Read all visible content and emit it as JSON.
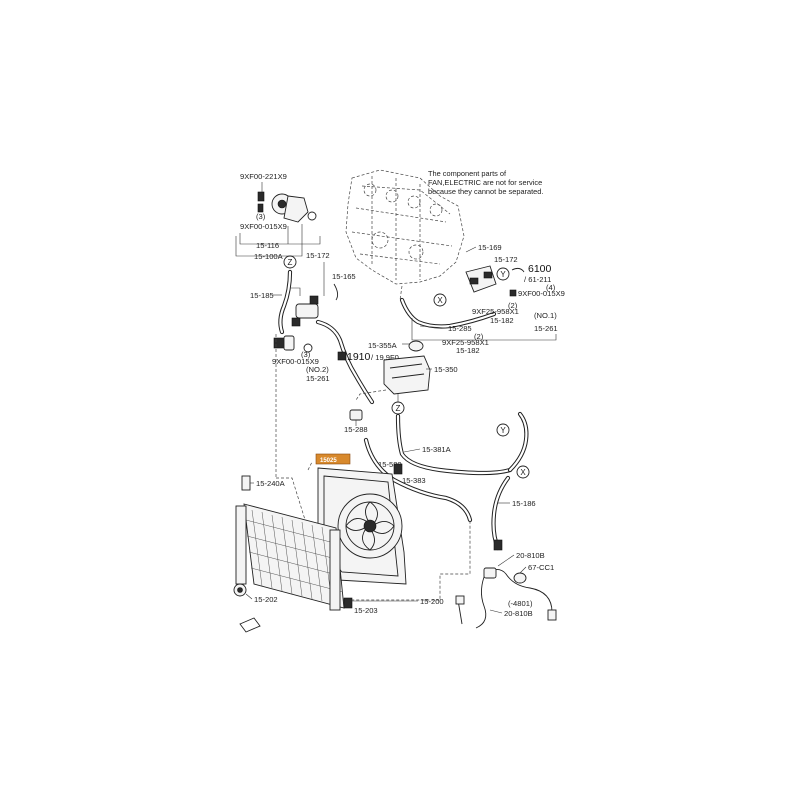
{
  "note": {
    "line1": "The component parts of",
    "line2": "FAN,ELECTRIC are not for service",
    "line3": "because they cannot be separated."
  },
  "tag": {
    "label": "15025"
  },
  "labels": {
    "l_9xf00_221x9": "9XF00-221X9",
    "l_3a": "(3)",
    "l_9xf00_015x9_a": "9XF00-015X9",
    "l_15_116": "15-116",
    "l_15_100a": "15-100A",
    "l_15_172a": "15-172",
    "l_15_165": "15-165",
    "l_15_185": "15-185",
    "l_3b": "(3)",
    "l_9xf00_015x9_b": "9XF00-015X9",
    "l_no2": "(NO.2)",
    "l_15_261a": "15-261",
    "l_1910": "1910",
    "l_19_9f0": "/ 19.9F0",
    "l_15_355a": "15-355A",
    "l_15_350": "15-350",
    "l_15_288": "15-288",
    "l_15_169": "15-169",
    "l_15_172b": "15-172",
    "l_6100": "6100",
    "l_61_211": "/ 61-211",
    "l_4": "(4)",
    "l_9xf00_015x9_c": "9XF00-015X9",
    "l_2a": "(2)",
    "l_9xf25_958x1_a": "9XF25-958X1",
    "l_15_182a": "15-182",
    "l_no1": "(NO.1)",
    "l_15_285": "15-285",
    "l_15_261b": "15-261",
    "l_2b": "(2)",
    "l_9xf25_958x1_b": "9XF25-958X1",
    "l_15_182b": "15-182",
    "l_15_580": "15-580",
    "l_15_381a": "15-381A",
    "l_15_383": "15-383",
    "l_15_186": "15-186",
    "l_15_240a": "15-240A",
    "l_15_202": "15-202",
    "l_15_203": "15-203",
    "l_15_200": "15-200",
    "l_20_810b_a": "20-810B",
    "l_67_cc1": "67-CC1",
    "l_4801": "(-4801)",
    "l_20_810b_b": "20-810B"
  },
  "circles": {
    "z1": "Z",
    "z2": "Z",
    "x1": "X",
    "x2": "X",
    "y1": "Y",
    "y2": "Y"
  }
}
